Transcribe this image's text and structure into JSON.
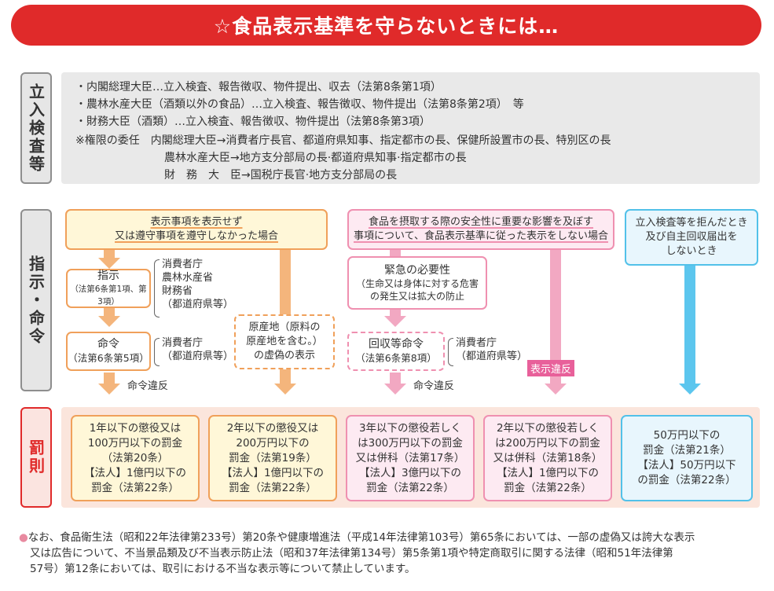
{
  "title": "☆食品表示基準を守らないときには…",
  "sections": {
    "inspection": "立入検査等",
    "order": "指示・命令",
    "penalty": "罰則"
  },
  "inspection": {
    "lines": [
      "・内閣総理大臣…立入検査、報告徴収、物件提出、収去（法第8条第1項）",
      "・農林水産大臣（酒類以外の食品）…立入検査、報告徴収、物件提出（法第8条第2項）　等",
      "・財務大臣（酒類）…立入検査、報告徴収、物件提出（法第8条第3項）"
    ],
    "delegation": [
      "※権限の委任　内閣総理大臣→消費者庁長官、都道府県知事、指定都市の長、保健所設置市の長、特別区の長",
      "農林水産大臣→地方支分部局の長·都道府県知事·指定都市の長",
      "財　務　大　臣→国税庁長官·地方支分部局の長"
    ]
  },
  "flow": {
    "orange_top": [
      "表示事項を表示せず",
      "又は遵守事項を遵守しなかった場合"
    ],
    "pink_top": [
      "食品を摂取する際の安全性に重要な影響を及ぼす",
      "事項について、食品表示基準に従った表示をしない場合"
    ],
    "blue_top": [
      "立入検査等を拒んだとき",
      "及び自主回収届出を",
      "しないとき"
    ],
    "shiji": "指示",
    "shiji_ref": "（法第6条第1項、第3項）",
    "shiji_auth": [
      "消費者庁",
      "農林水産省",
      "財務省",
      "（都道府県等）"
    ],
    "meirei": "命令",
    "meirei_ref": "（法第6条第5項）",
    "meirei_auth": [
      "消費者庁",
      "（都道府県等）"
    ],
    "origin": [
      "原産地（原料の",
      "原産地を含む。）",
      "の虚偽の表示"
    ],
    "urgent": "緊急の必要性",
    "urgent_note": [
      "（生命又は身体に対する危害",
      "の発生又は拡大の防止"
    ],
    "recall": "回収等命令",
    "recall_ref": "（法第6条第8項）",
    "recall_auth": [
      "消費者庁",
      "（都道府県等）"
    ],
    "violation_order": "命令違反",
    "violation_label": "表示違反"
  },
  "penalties": [
    [
      "1年以下の懲役又は",
      "100万円以下の罰金",
      "（法第20条）",
      "【法人】1億円以下の",
      "罰金（法第22条）"
    ],
    [
      "2年以下の懲役又は",
      "200万円以下の",
      "罰金（法第19条）",
      "【法人】1億円以下の",
      "罰金（法第22条）"
    ],
    [
      "3年以下の懲役若しく",
      "は300万円以下の罰金",
      "又は併科（法第17条）",
      "【法人】3億円以下の",
      "罰金（法第22条）"
    ],
    [
      "2年以下の懲役若しく",
      "は200万円以下の罰金",
      "又は併科（法第18条）",
      "【法人】1億円以下の",
      "罰金（法第22条）"
    ],
    [
      "50万円以下の",
      "罰金（法第21条）",
      "【法人】50万円以下",
      "の罰金（法第22条）"
    ]
  ],
  "note": {
    "bullet": "●",
    "lines": [
      "なお、食品衛生法（昭和22年法律第233号）第20条や健康増進法（平成14年法律第103号）第65条においては、一部の虚偽又は誇大な表示",
      "又は広告について、不当景品類及び不当表示防止法（昭和37年法律第134号）第5条第1項や特定商取引に関する法律（昭和51年法律第",
      "57号）第12条においては、取引における不当な表示等について禁止しています。"
    ]
  },
  "colors": {
    "title_red": "#e02a2a",
    "orange": "#f0a05a",
    "pink": "#ef90b0",
    "blue": "#52c1e9",
    "panel_gray": "#e9e9e9",
    "penalty_bg": "#fbe5dc"
  }
}
